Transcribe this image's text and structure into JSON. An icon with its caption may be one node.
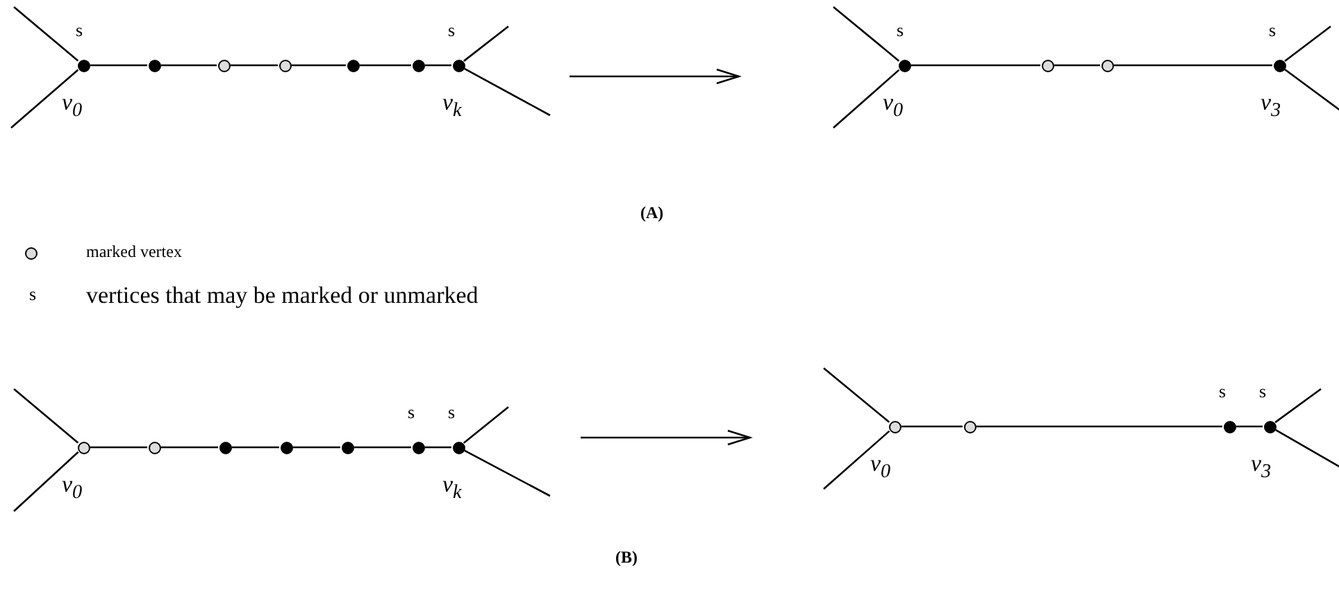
{
  "diagram": {
    "nodes": [
      {
        "text": [],
        "shape": "dot",
        "beside": [
          "s",
          "v$_{0}$"
        ]
      },
      {
        "text": [],
        "shape": "dot"
      },
      {
        "text": [],
        "shape": "circle"
      },
      {
        "text": [],
        "shape": "circle"
      },
      {
        "text": [],
        "shape": "dot"
      },
      {
        "text": [],
        "shape": "dot"
      },
      {
        "text": [],
        "shape": "dot",
        "beside": [
          "s",
          "v$_{k}$"
        ]
      },
      {
        "text": [],
        "shape": "dot",
        "beside": [
          "s",
          "v$_{0}$"
        ]
      },
      {
        "text": [],
        "shape": "circle"
      },
      {
        "text": [],
        "shape": "circle"
      },
      {
        "text": [],
        "shape": "dot",
        "beside": [
          "s",
          "v$_{3}$"
        ]
      },
      {
        "text": [],
        "shape": "circle",
        "beside": [
          "v$_{0}$"
        ]
      },
      {
        "text": [],
        "shape": "circle"
      },
      {
        "text": [],
        "shape": "dot"
      },
      {
        "text": [],
        "shape": "dot"
      },
      {
        "text": [],
        "shape": "dot"
      },
      {
        "text": [],
        "shape": "dot",
        "beside": [
          "s"
        ]
      },
      {
        "text": [],
        "shape": "dot",
        "beside": [
          "s",
          "v$_{k}$"
        ]
      },
      {
        "text": [],
        "shape": "circle",
        "beside": [
          "v$_{0}$"
        ]
      },
      {
        "text": [],
        "shape": "circle"
      },
      {
        "text": [],
        "shape": "dot",
        "beside": [
          "s"
        ]
      },
      {
        "text": [],
        "shape": "dot",
        "beside": [
          "s",
          "v$_{3}$"
        ]
      }
    ],
    "edges": [
      {
        "from": 0,
        "to": null,
        "arrow": "none"
      },
      {
        "from": 0,
        "to": null,
        "arrow": "none"
      },
      {
        "from": 0,
        "to": 1,
        "arrow": "none"
      },
      {
        "from": 1,
        "to": 2,
        "arrow": "none"
      },
      {
        "from": 2,
        "to": 3,
        "arrow": "none"
      },
      {
        "from": 3,
        "to": 4,
        "arrow": "none"
      },
      {
        "from": 4,
        "to": 5,
        "arrow": "none"
      },
      {
        "from": 5,
        "to": 6,
        "arrow": "none"
      },
      {
        "from": 6,
        "to": null,
        "arrow": "none"
      },
      {
        "from": 6,
        "to": null,
        "arrow": "none"
      },
      {
        "from": 7,
        "to": null,
        "arrow": "none"
      },
      {
        "from": 7,
        "to": null,
        "arrow": "none"
      },
      {
        "from": 7,
        "to": 8,
        "arrow": "none"
      },
      {
        "from": 8,
        "to": 9,
        "arrow": "none"
      },
      {
        "from": 9,
        "to": 10,
        "arrow": "none"
      },
      {
        "from": 10,
        "to": null,
        "arrow": "none"
      },
      {
        "from": 10,
        "to": null,
        "arrow": "none"
      },
      {
        "from": 11,
        "to": null,
        "arrow": "none"
      },
      {
        "from": 11,
        "to": null,
        "arrow": "none"
      },
      {
        "from": 11,
        "to": 12,
        "arrow": "none"
      },
      {
        "from": 12,
        "to": 13,
        "arrow": "none"
      },
      {
        "from": 13,
        "to": 14,
        "arrow": "none"
      },
      {
        "from": 14,
        "to": 15,
        "arrow": "none"
      },
      {
        "from": 15,
        "to": 16,
        "arrow": "none"
      },
      {
        "from": 16,
        "to": 17,
        "arrow": "none"
      },
      {
        "from": 17,
        "to": null,
        "arrow": "none"
      },
      {
        "from": 17,
        "to": null,
        "arrow": "none"
      },
      {
        "from": 18,
        "to": null,
        "arrow": "none"
      },
      {
        "from": 18,
        "to": null,
        "arrow": "none"
      },
      {
        "from": 18,
        "to": 19,
        "arrow": "none"
      },
      {
        "from": 19,
        "to": 20,
        "arrow": "none"
      },
      {
        "from": 20,
        "to": 21,
        "arrow": "none"
      },
      {
        "from": 21,
        "to": null,
        "arrow": "none"
      },
      {
        "from": 21,
        "to": null,
        "arrow": "none"
      }
    ],
    "labels": [
      "(A)",
      "s",
      "(B)"
    ],
    "legend": [
      {
        "text": "marked vertex"
      },
      {
        "text": "vertices that may be marked or unmarked"
      }
    ]
  }
}
